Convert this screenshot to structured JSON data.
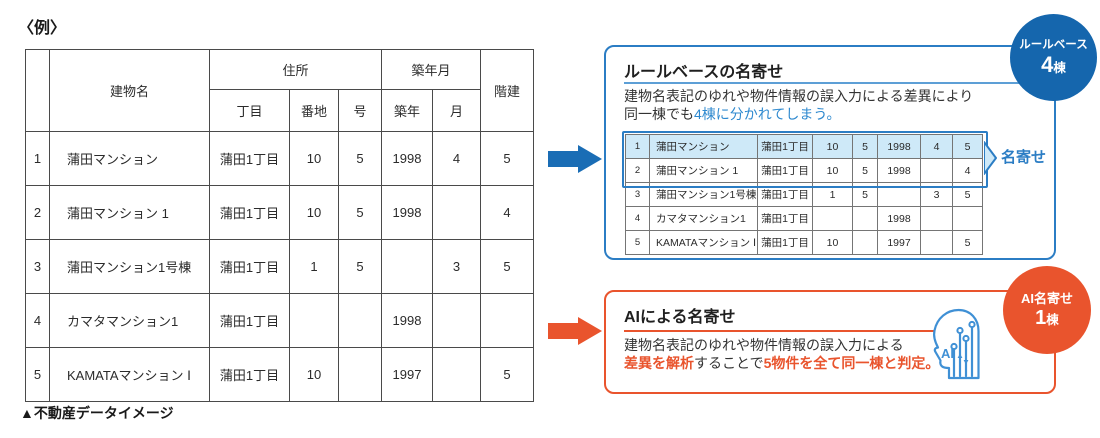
{
  "page": {
    "example_label": "〈例〉",
    "caption": "▲不動産データイメージ"
  },
  "table_headers": {
    "building_name": "建物名",
    "address": "住所",
    "chome": "丁目",
    "banchi": "番地",
    "go": "号",
    "build_date": "築年月",
    "build_year": "築年",
    "build_month": "月",
    "floors": "階建"
  },
  "rows": [
    {
      "no": "1",
      "name": "蒲田マンション",
      "chome": "蒲田1丁目",
      "banchi": "10",
      "go": "5",
      "year": "1998",
      "month": "4",
      "floors": "5"
    },
    {
      "no": "2",
      "name": "蒲田マンション 1",
      "chome": "蒲田1丁目",
      "banchi": "10",
      "go": "5",
      "year": "1998",
      "month": "",
      "floors": "4"
    },
    {
      "no": "3",
      "name": "蒲田マンション1号棟",
      "chome": "蒲田1丁目",
      "banchi": "1",
      "go": "5",
      "year": "",
      "month": "3",
      "floors": "5"
    },
    {
      "no": "4",
      "name": "カマタマンション1",
      "chome": "蒲田1丁目",
      "banchi": "",
      "go": "",
      "year": "1998",
      "month": "",
      "floors": ""
    },
    {
      "no": "5",
      "name": "KAMATAマンション Ⅰ",
      "chome": "蒲田1丁目",
      "banchi": "10",
      "go": "",
      "year": "1997",
      "month": "",
      "floors": "5"
    }
  ],
  "rule_based": {
    "title": "ルールベースの名寄せ",
    "desc_line1": "建物名表記のゆれや物件情報の誤入力による差異により",
    "desc_line2_plain": "同一棟でも",
    "desc_line2_accent": "4棟に分かれてしまう。",
    "merge_label": "名寄せ",
    "badge_line1": "ルールベース",
    "badge_count": "4",
    "badge_unit": "棟"
  },
  "ai_based": {
    "title": "AIによる名寄せ",
    "desc_line1": "建物名表記のゆれや物件情報の誤入力による",
    "desc_line2_accent1": "差異を解析",
    "desc_line2_plain": "することで",
    "desc_line2_accent2": "5物件を全て同一棟と判定。",
    "badge_line1": "AI名寄せ",
    "badge_count": "1",
    "badge_unit": "棟",
    "icon_label": "AI"
  },
  "colors": {
    "blue": "#1566ad",
    "blue_border": "#2b7dc4",
    "blue_accent": "#2e89cf",
    "light_blue": "#cee9f8",
    "orange": "#e9542d",
    "table_border": "#4a4a4a"
  }
}
